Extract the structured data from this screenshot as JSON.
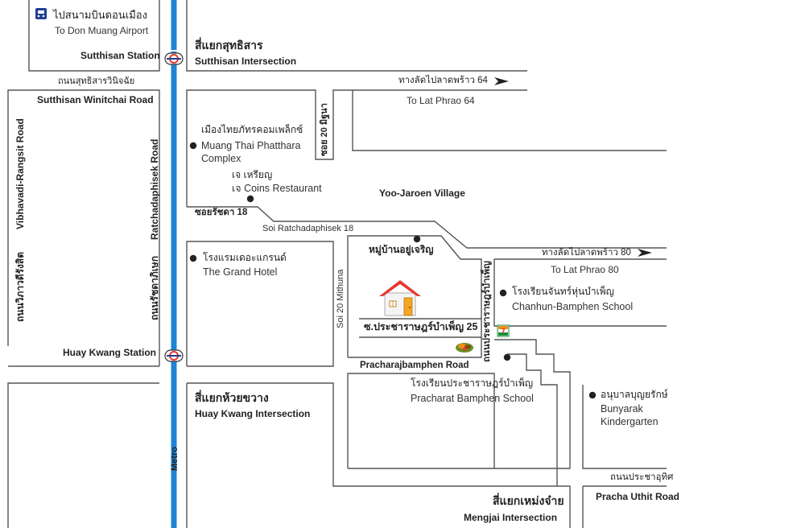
{
  "top_area": {
    "airport_th": "ไปสนามบินดอนเมือง",
    "airport_en": "To Don Muang Airport",
    "airport_icon": "train-icon"
  },
  "stations": {
    "sutthisan": "Sutthisan Station",
    "huay_kwang": "Huay Kwang Station",
    "icon": "metro-station-icon"
  },
  "intersections": {
    "sutthisan_th": "สี่แยกสุทธิสาร",
    "sutthisan_en": "Sutthisan Intersection",
    "huay_kwang_th": "สี่แยกห้วยขวาง",
    "huay_kwang_en": "Huay Kwang Intersection",
    "mengjai_th": "สี่แยกเหม่งจ๋าย",
    "mengjai_en": "Mengjai Intersection"
  },
  "roads": {
    "sutthisan_winitchai_th": "ถนนสุทธิสารวินิจฉัย",
    "sutthisan_winitchai_en": "Sutthisan Winitchai Road",
    "vibhavadi_th": "ถนนวิภาวดีรังสิต",
    "vibhavadi_en": "Vibhavadi-Rangsit Road",
    "ratchadaphisek_th": "ถนนรัชดาภิเษก",
    "ratchadaphisek_en": "Ratchadaphisek Road",
    "metro": "Metro",
    "lat_phrao64_th": "ทางลัดไปลาดพร้าว 64",
    "lat_phrao64_en": "To Lat Phrao 64",
    "lat_phrao80_th": "ทางลัดไปลาดพร้าว 80",
    "lat_phrao80_en": "To Lat Phrao 80",
    "soi20_mitthana_th": "ซอย 20 มิฐนา",
    "soi_ratchada18_th": "ซอยรัชดา 18",
    "soi_ratchada18_en": "Soi Ratchadaphisek 18",
    "soi20_mithuna_en": "Soi 20 Mithuna",
    "pracharaj_bamphen_th": "ถนนประชาราษฎร์บำเพ็ญ",
    "pracharaj_bamphen_en": "Pracharajbamphen Road",
    "pracha_uthit_th": "ถนนประชาอุทิศ",
    "pracha_uthit_en": "Pracha Uthit Road"
  },
  "places": {
    "muang_thai_th": "เมืองไทยภัทรคอมเพล็กซ์",
    "muang_thai_en_1": "Muang Thai Phatthara",
    "muang_thai_en_2": "Complex",
    "coins_th": "เจ เหรียญ",
    "coins_en": "เจ Coins Restaurant",
    "grand_hotel_th": "โรงแรมเดอะแกรนด์",
    "grand_hotel_en": "The Grand Hotel",
    "yoo_jaroen": "Yoo-Jaroen Village",
    "yoo_jaroen_th": "หมู่บ้านอยู่เจริญ",
    "destination_soi_th": "ซ.ประชาราษฎร์บำเพ็ญ 25",
    "chanhun_th": "โรงเรียนจันทร์หุ่นบำเพ็ญ",
    "chanhun_en": "Chanhun-Bamphen School",
    "pracharat_school_th": "โรงเรียนประชาราษฎร์บำเพ็ญ",
    "pracharat_school_en": "Pracharat Bamphen School",
    "bunyarak_th": "อนุบาลบุญยรักษ์",
    "bunyarak_en_1": "Bunyarak",
    "bunyarak_en_2": "Kindergarten"
  },
  "icons": {
    "destination": "house-icon",
    "convenience_store": "seven-eleven-icon",
    "food": "food-icon",
    "direction": "arrow-right-icon",
    "landmark": "location-dot-icon"
  },
  "colors": {
    "road_line": "#555555",
    "metro_line": "#1f84d6",
    "house_roof": "#e53935",
    "seven_eleven_green": "#1e8c3a",
    "seven_eleven_orange": "#f28c1a"
  }
}
